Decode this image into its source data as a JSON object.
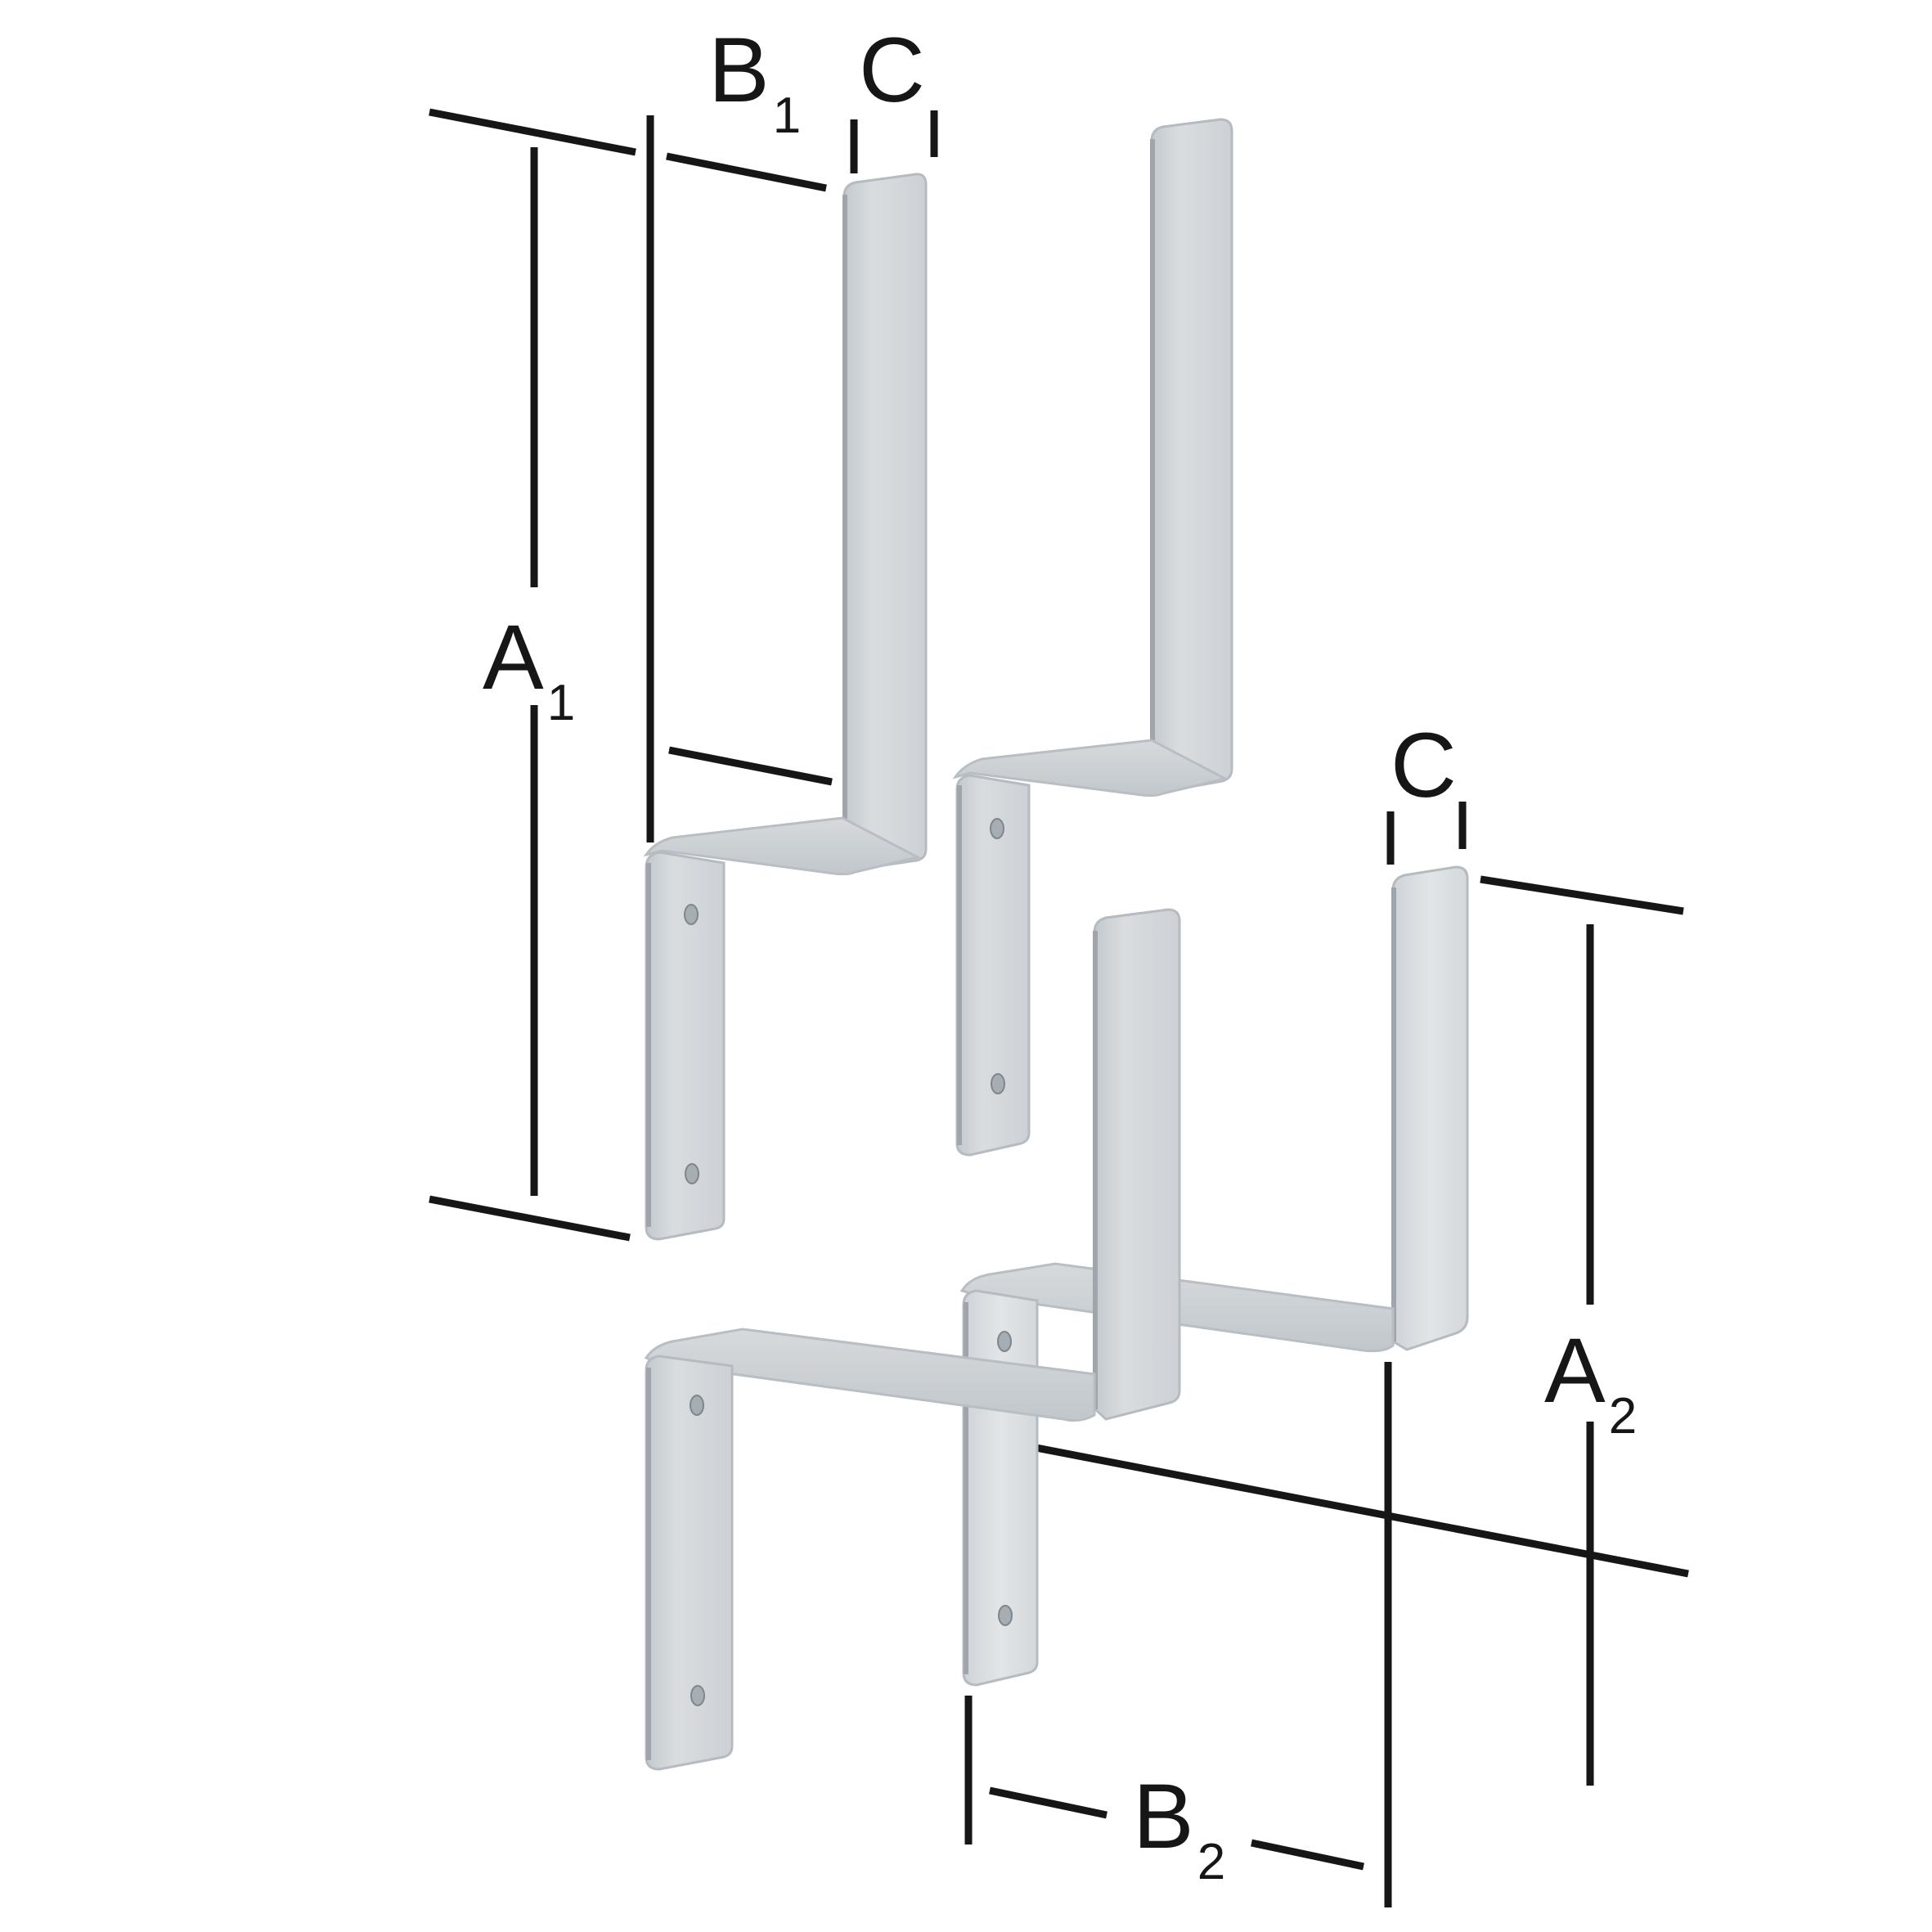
{
  "diagram": {
    "title": "Z-shaped wall bracket dimension drawing",
    "colors": {
      "background": "#ffffff",
      "dimension_line": "#161616",
      "metal_light": "#dfe2e5",
      "metal_mid": "#c9cdd1",
      "metal_edge": "#9fa5aa"
    },
    "labels": {
      "b1": {
        "main": "B",
        "sub": "1"
      },
      "c_top": {
        "main": "C"
      },
      "a1": {
        "main": "A",
        "sub": "1"
      },
      "c_right": {
        "main": "C"
      },
      "a2": {
        "main": "A",
        "sub": "2"
      },
      "b2": {
        "main": "B",
        "sub": "2"
      }
    },
    "parts": [
      {
        "name": "bracket-small-front",
        "type": "z-bracket",
        "holes": 2
      },
      {
        "name": "bracket-small-back",
        "type": "z-bracket",
        "holes": 2
      },
      {
        "name": "bracket-large-front",
        "type": "z-bracket",
        "holes": 2
      },
      {
        "name": "bracket-large-back",
        "type": "z-bracket",
        "holes": 2
      }
    ]
  }
}
